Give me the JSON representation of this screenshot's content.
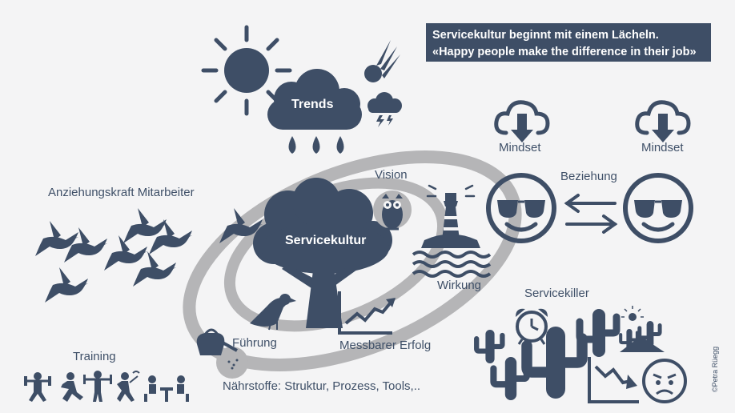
{
  "quote": {
    "line1": "Servicekultur beginnt mit einem Lächeln.",
    "line2": "«Happy people make the difference in their job»"
  },
  "labels": {
    "trends": "Trends",
    "servicekultur": "Servicekultur",
    "vision": "Vision",
    "mindset_left": "Mindset",
    "mindset_right": "Mindset",
    "beziehung": "Beziehung",
    "anziehungskraft": "Anziehungskraft Mitarbeiter",
    "wirkung": "Wirkung",
    "servicekiller": "Servicekiller",
    "fuehrung": "Führung",
    "messbarer_erfolg": "Messbarer Erfolg",
    "training": "Training",
    "naehrstoffe": "Nährstoffe: Struktur, Prozess, Tools,.."
  },
  "copyright": "©Petra Rüegg",
  "colors": {
    "primary": "#3e4e66",
    "orbit": "#b5b5b7",
    "background": "#f4f4f5"
  },
  "icons": [
    "sun-icon",
    "meteor-icon",
    "storm-cloud-icon",
    "rain-cloud-icon",
    "owl-icon",
    "lighthouse-icon",
    "download-cloud-icon",
    "smiley-sunglasses-icon",
    "exchange-arrows-icon",
    "hummingbird-icon",
    "tree-icon",
    "bird-icon",
    "watering-can-icon",
    "growth-chart-icon",
    "cactus-icon",
    "alarm-clock-icon",
    "decline-chart-icon",
    "angry-face-icon",
    "training-people-icon"
  ]
}
